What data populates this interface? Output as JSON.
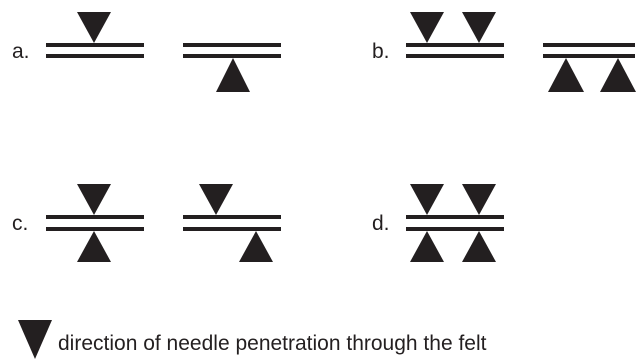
{
  "panels": [
    {
      "id": "a",
      "label": "a."
    },
    {
      "id": "b",
      "label": "b."
    },
    {
      "id": "c",
      "label": "c."
    },
    {
      "id": "d",
      "label": "d."
    }
  ],
  "legend": {
    "icon": "down-triangle-icon",
    "text": "direction of needle penetration through the felt"
  },
  "colors": {
    "ink": "#231f20",
    "background": "#ffffff"
  }
}
